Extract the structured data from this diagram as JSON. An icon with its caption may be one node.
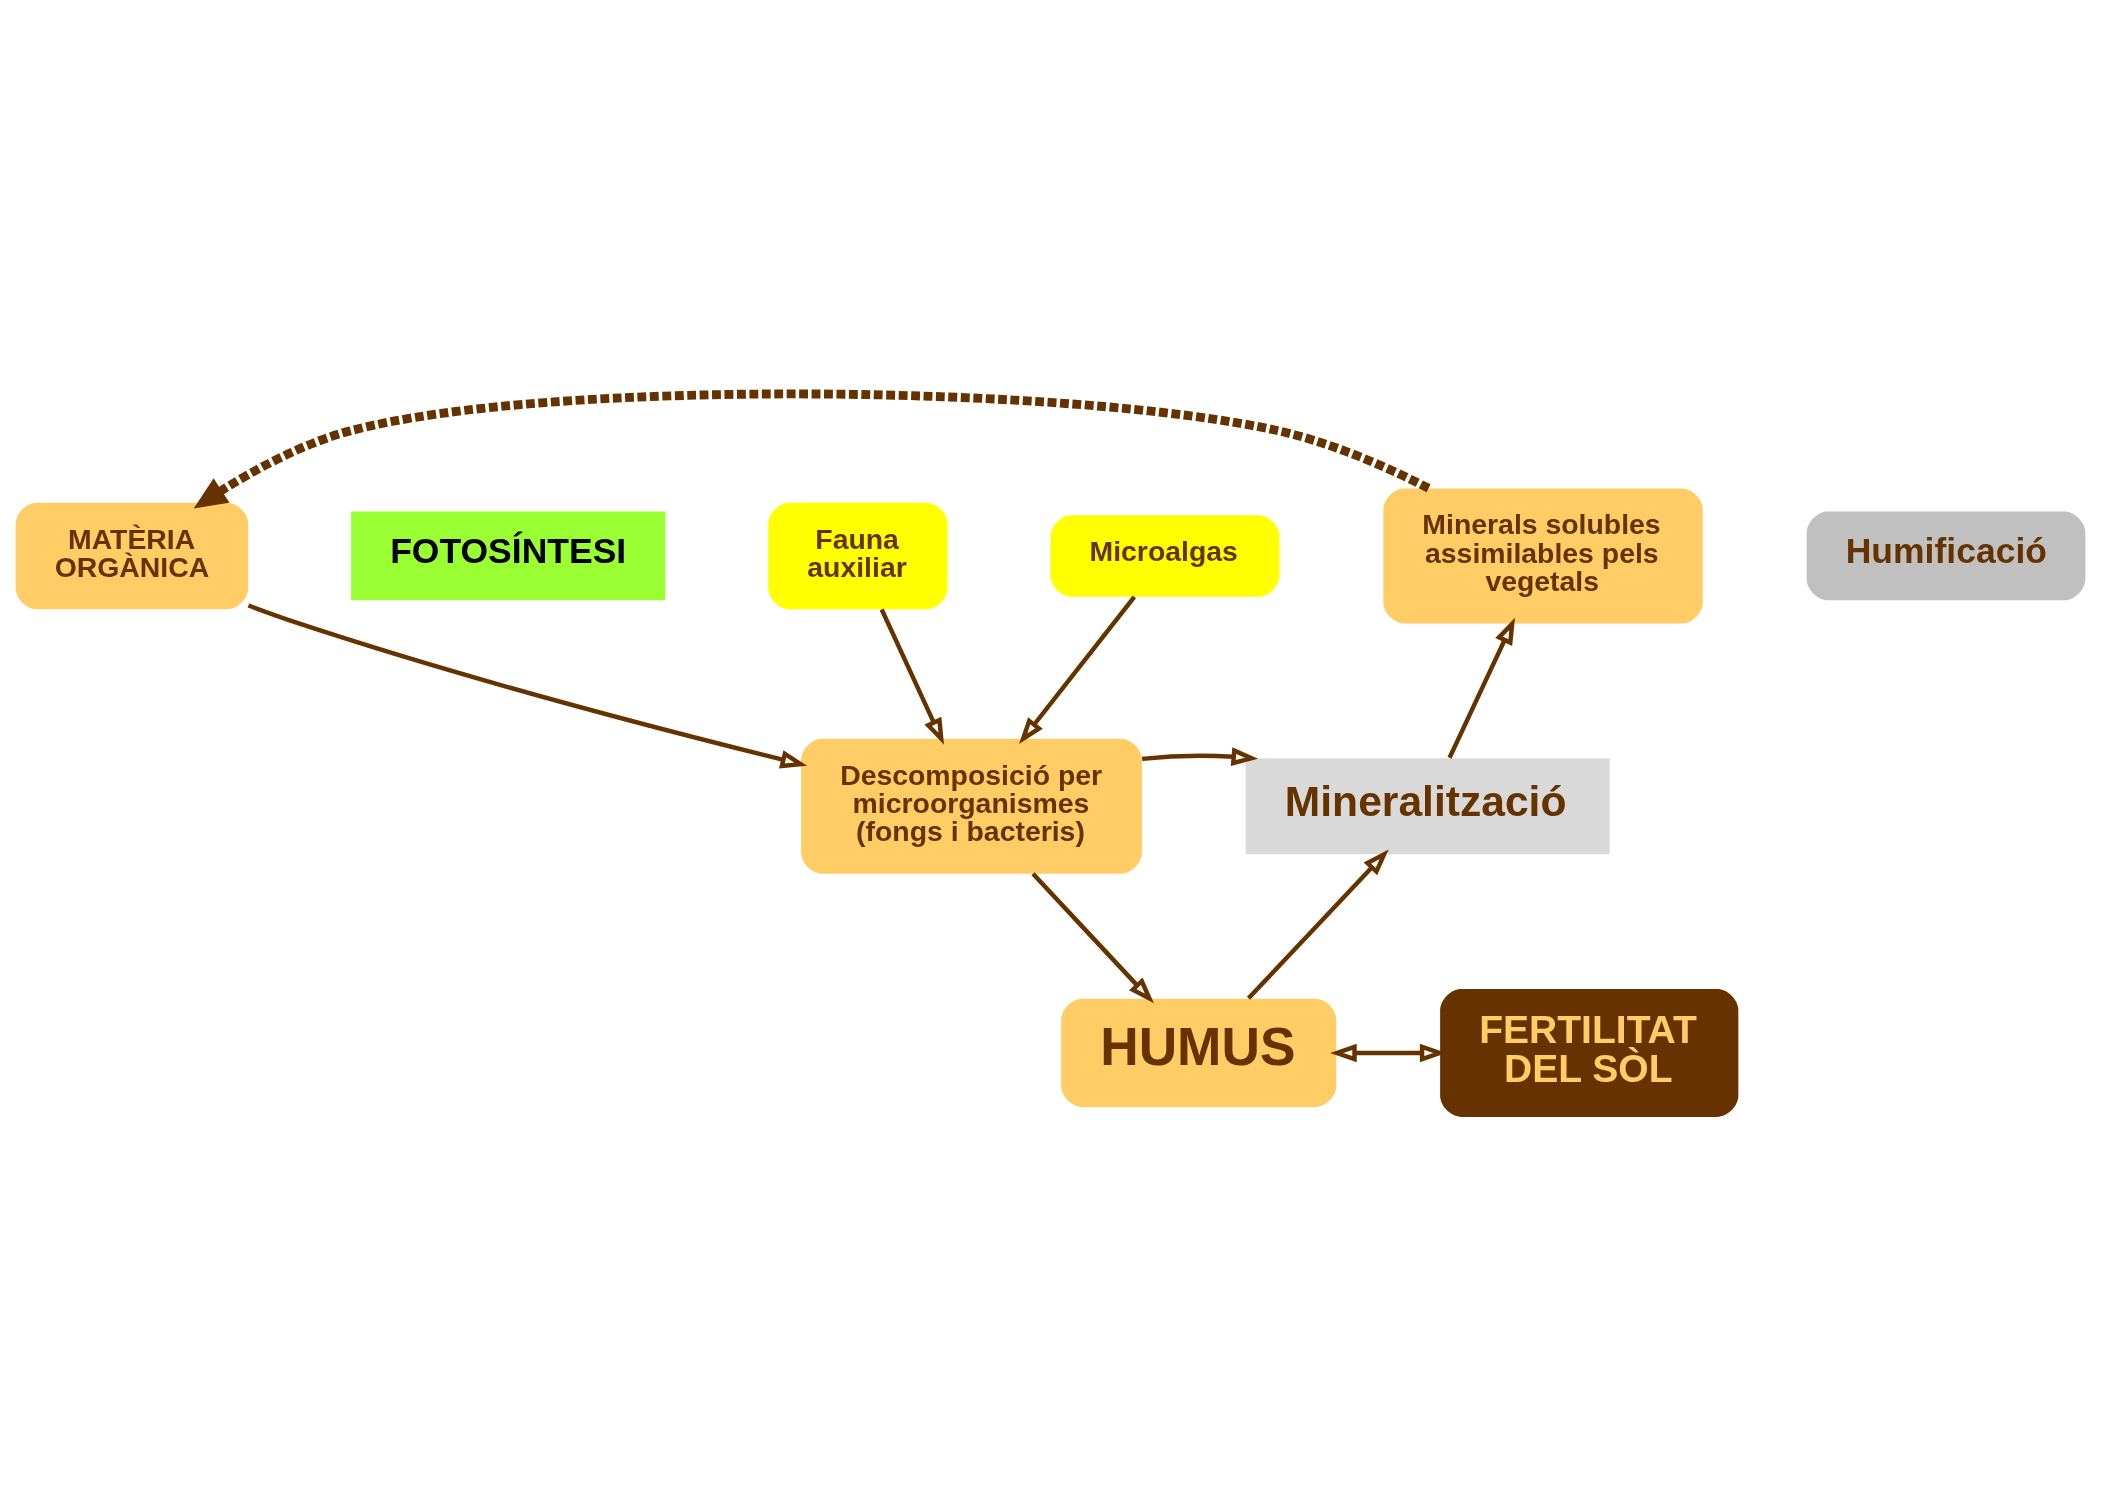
{
  "diagram": {
    "nodes": [
      {
        "text": [
          "MATÈRIA ORGÀNICA"
        ]
      },
      {
        "text": [
          "FOTOSÍNTESI"
        ]
      },
      {
        "text": [
          "Minerals solubles assimilables pels vegetals"
        ]
      },
      {
        "text": [
          "Descomposició per microorganismes (fongs i bacteris)"
        ]
      },
      {
        "text": [
          "Mineralització"
        ]
      },
      {
        "text": [
          "Fauna auxiliar"
        ]
      },
      {
        "text": [
          "Microalgas"
        ]
      },
      {
        "text": [
          "Humificació"
        ]
      },
      {
        "text": [
          "HUMUS"
        ]
      },
      {
        "text": [
          "FERTILITAT DEL SÒL"
        ]
      }
    ],
    "edges": [
      {
        "from": 2,
        "to": 0,
        "arrow": "to",
        "style": "dashed"
      },
      {
        "from": 0,
        "to": 3,
        "arrow": "to"
      },
      {
        "from": 3,
        "to": 4,
        "arrow": "to"
      },
      {
        "from": 3,
        "to": 8,
        "arrow": "to"
      },
      {
        "from": 5,
        "to": 3,
        "arrow": "to"
      },
      {
        "from": 6,
        "to": 3,
        "arrow": "to"
      },
      {
        "from": 8,
        "to": 4,
        "arrow": "to"
      },
      {
        "from": 4,
        "to": 2,
        "arrow": "to"
      },
      {
        "from": 8,
        "to": 9,
        "arrow": "both"
      }
    ]
  }
}
